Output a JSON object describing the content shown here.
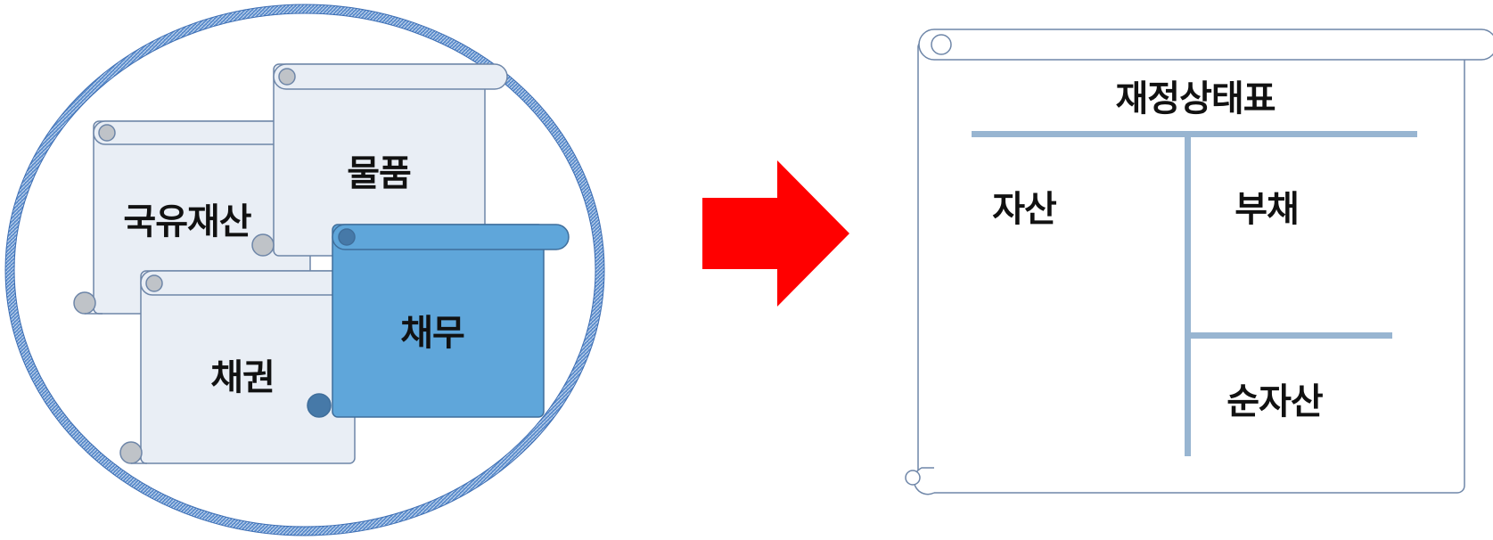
{
  "left_group": {
    "items": [
      {
        "label": "국유재산"
      },
      {
        "label": "물품"
      },
      {
        "label": "채권"
      },
      {
        "label": "채무"
      }
    ]
  },
  "statement": {
    "title": "재정상태표",
    "assets": "자산",
    "liabilities": "부채",
    "net_assets": "순자산"
  },
  "colors": {
    "scroll_fill": "#E9EEF5",
    "scroll_stroke": "#6E86A8",
    "scroll_curl": "#BFC3C8",
    "highlight_fill": "#5FA6DA",
    "highlight_curl": "#4679A8",
    "ellipse_border": "#4A7BC0",
    "arrow": "#FF0000",
    "divider": "#98B5D1"
  }
}
